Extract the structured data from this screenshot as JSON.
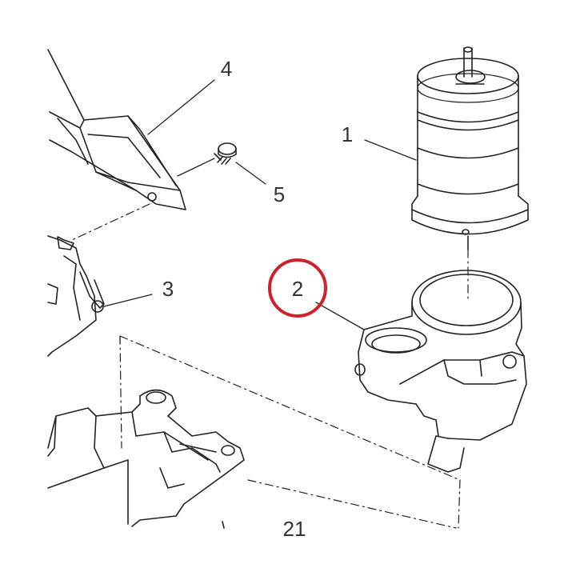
{
  "figure": {
    "callouts": [
      {
        "id": "1",
        "label": "1"
      },
      {
        "id": "2",
        "label": "2",
        "highlighted": true
      },
      {
        "id": "3",
        "label": "3"
      },
      {
        "id": "4",
        "label": "4"
      },
      {
        "id": "5",
        "label": "5"
      },
      {
        "id": "21",
        "label": "21"
      }
    ],
    "highlight_color": "#d0202a",
    "line_color": "#222222"
  }
}
